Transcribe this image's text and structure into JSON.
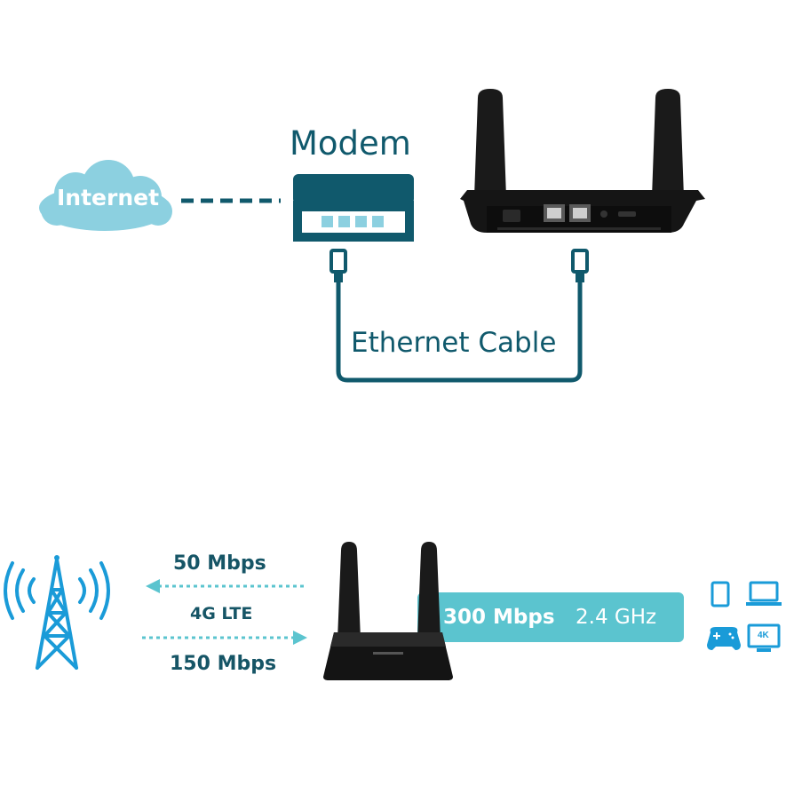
{
  "top": {
    "internet_label": "Internet",
    "modem_label": "Modem",
    "cable_label": "Ethernet Cable"
  },
  "bottom": {
    "download_speed": "50 Mbps",
    "network_label": "4G LTE",
    "upload_speed": "150 Mbps",
    "wifi_speed": "300 Mbps",
    "wifi_band": "2.4 GHz",
    "tv_label": "4K"
  },
  "icons": [
    "cloud-icon",
    "modem-icon",
    "router-icon",
    "ethernet-plug-icon",
    "cell-tower-icon",
    "tablet-icon",
    "laptop-icon",
    "gamepad-icon",
    "tv-icon"
  ],
  "colors": {
    "cyan": "#5bc4cf",
    "teal": "#10596c",
    "cloud": "#8cd0e0",
    "blue": "#1a9bd8",
    "router": "#151515"
  }
}
